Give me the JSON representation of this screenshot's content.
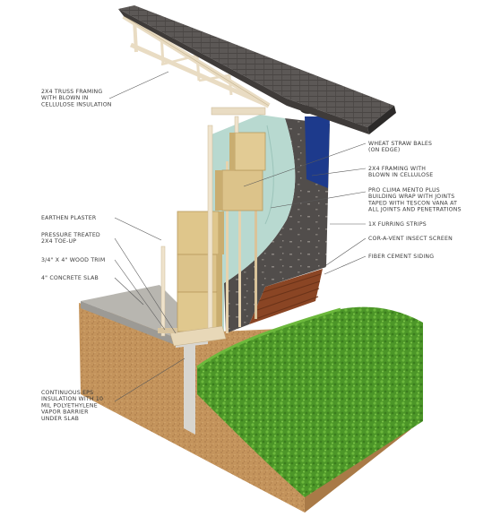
{
  "labels": {
    "truss": [
      "2X4 TRUSS FRAMING",
      "WITH BLOWN IN",
      "CELLULOSE INSULATION"
    ],
    "bales": [
      "WHEAT STRAW BALES",
      "(ON EDGE)"
    ],
    "framing": [
      "2X4 FRAMING WITH",
      "BLOWN IN CELLULOSE"
    ],
    "membrane": [
      "PRO CLIMA MENTO PLUS",
      "BUILDING WRAP WITH JOINTS",
      "TAPED WITH TESCON VANA AT",
      "ALL JOINTS AND PENETRATIONS"
    ],
    "furring": [
      "1X FURRING STRIPS"
    ],
    "cor": [
      "COR-A-VENT INSECT SCREEN"
    ],
    "siding": [
      "FIBER CEMENT SIDING"
    ],
    "plaster": [
      "EARTHEN PLASTER"
    ],
    "pressure": [
      "PRESSURE TREATED",
      "2X4 TOE-UP"
    ],
    "trim": [
      "3/4\" X 4\" WOOD TRIM"
    ],
    "slab": [
      "4\" CONCRETE SLAB"
    ],
    "eps": [
      "CONTINUOUS EPS",
      "INSULATION WITH 10",
      "MIL POLYETHYLENE",
      "VAPOR BARRIER",
      "UNDER SLAB"
    ]
  },
  "colors": {
    "roof": "#5e5a58",
    "soil": "#c4945c",
    "grass": "#4f9a2a",
    "bale": "#dcc58a",
    "wrap": "#4d4a48",
    "plaster": "#b6d8cf",
    "siding": "#8a4524",
    "wood": "#e7d6b8",
    "blue": "#1d3a8c"
  }
}
